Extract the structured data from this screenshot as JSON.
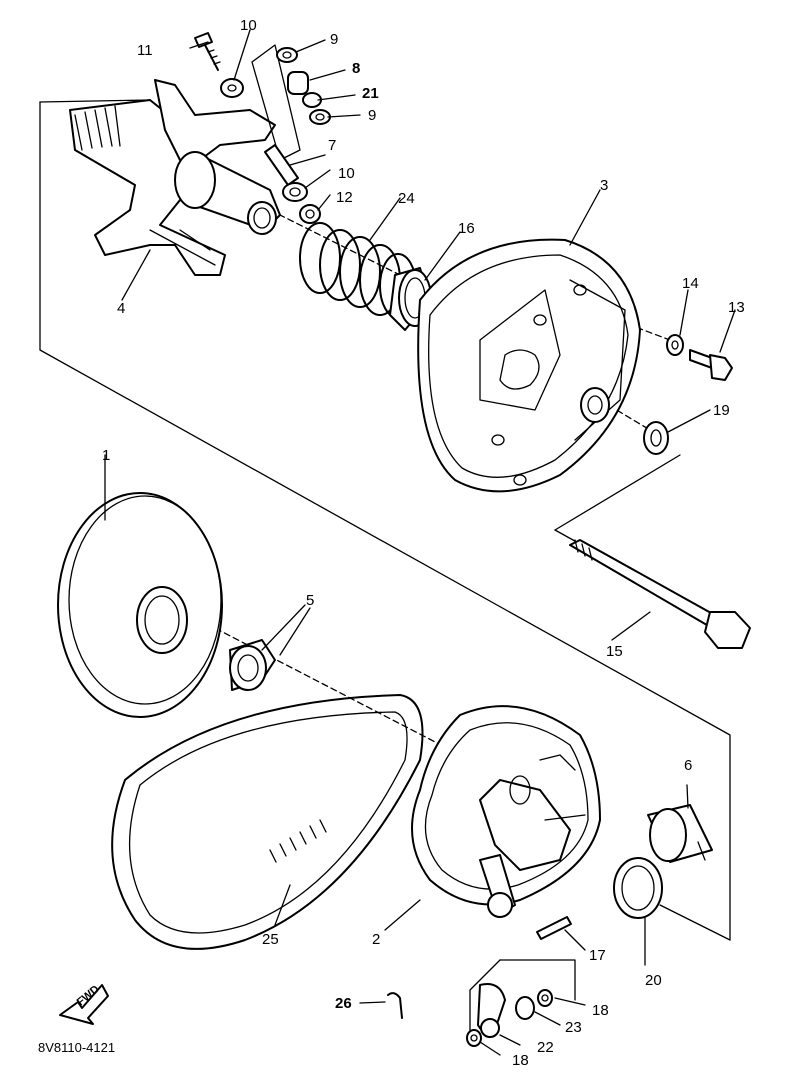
{
  "diagram": {
    "code": "8V8110-4121",
    "fwd_label": "FWD",
    "callouts": [
      {
        "id": "c1",
        "text": "1",
        "bold": false
      },
      {
        "id": "c2",
        "text": "2",
        "bold": false
      },
      {
        "id": "c3",
        "text": "3",
        "bold": false
      },
      {
        "id": "c4",
        "text": "4",
        "bold": false
      },
      {
        "id": "c5",
        "text": "5",
        "bold": false
      },
      {
        "id": "c6",
        "text": "6",
        "bold": false
      },
      {
        "id": "c7",
        "text": "7",
        "bold": false
      },
      {
        "id": "c8",
        "text": "8",
        "bold": true
      },
      {
        "id": "c9a",
        "text": "9",
        "bold": false
      },
      {
        "id": "c9b",
        "text": "9",
        "bold": false
      },
      {
        "id": "c10a",
        "text": "10",
        "bold": false
      },
      {
        "id": "c10b",
        "text": "10",
        "bold": false
      },
      {
        "id": "c11",
        "text": "11",
        "bold": false
      },
      {
        "id": "c12",
        "text": "12",
        "bold": false
      },
      {
        "id": "c13",
        "text": "13",
        "bold": false
      },
      {
        "id": "c14",
        "text": "14",
        "bold": false
      },
      {
        "id": "c15",
        "text": "15",
        "bold": false
      },
      {
        "id": "c16",
        "text": "16",
        "bold": false
      },
      {
        "id": "c17",
        "text": "17",
        "bold": false
      },
      {
        "id": "c18a",
        "text": "18",
        "bold": false
      },
      {
        "id": "c18b",
        "text": "18",
        "bold": false
      },
      {
        "id": "c19",
        "text": "19",
        "bold": false
      },
      {
        "id": "c20",
        "text": "20",
        "bold": false
      },
      {
        "id": "c21",
        "text": "21",
        "bold": true
      },
      {
        "id": "c22",
        "text": "22",
        "bold": false
      },
      {
        "id": "c23",
        "text": "23",
        "bold": false
      },
      {
        "id": "c24",
        "text": "24",
        "bold": false
      },
      {
        "id": "c25",
        "text": "25",
        "bold": false
      },
      {
        "id": "c26",
        "text": "26",
        "bold": true
      }
    ]
  }
}
